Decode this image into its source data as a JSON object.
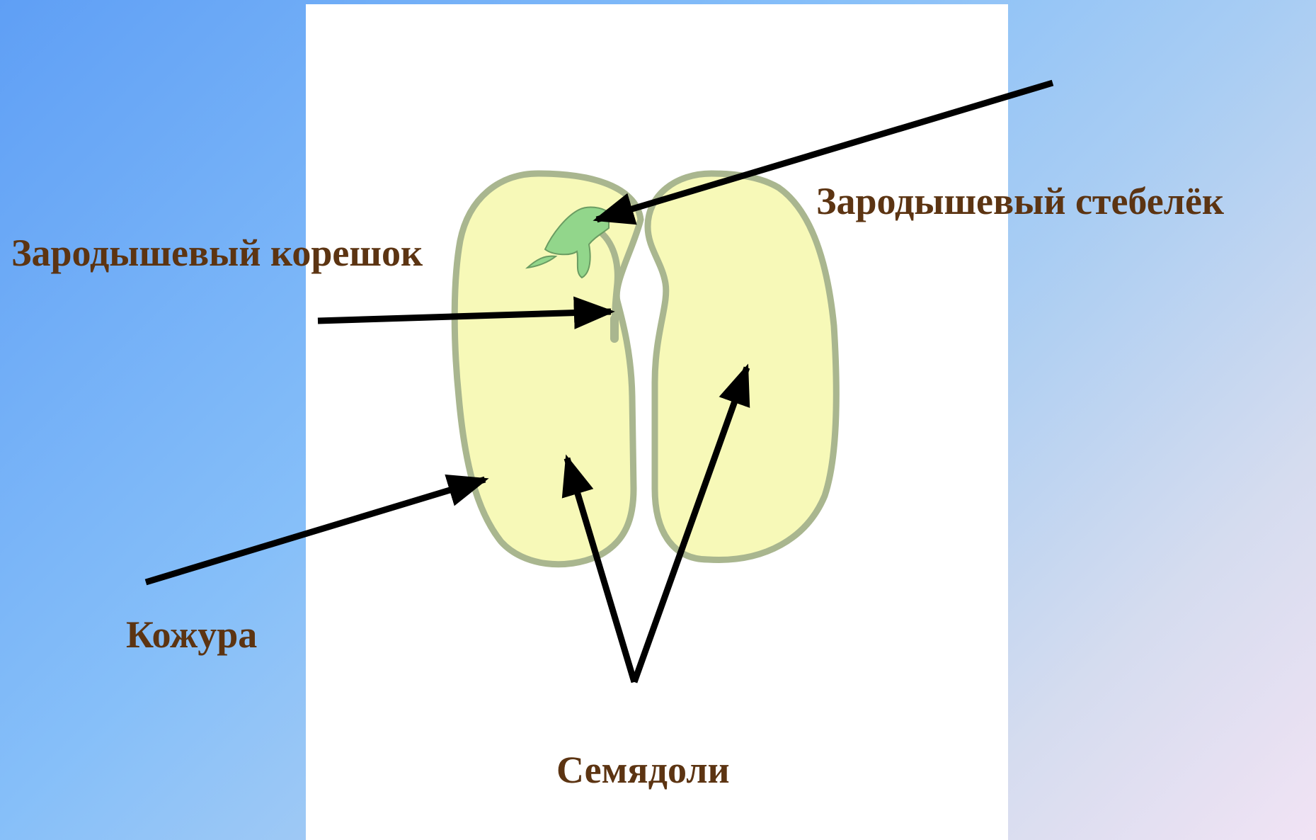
{
  "colors": {
    "label": "#5c3412",
    "panel": "#ffffff",
    "seed_fill": "#f7f9b8",
    "seed_outline": "#a9b68f",
    "sprout": "#92d68b",
    "arrow": "#000000"
  },
  "labels": {
    "stem": "Зародышевый стебелёк",
    "root": "Зародышевый корешок",
    "coat": "Кожура",
    "cotyledons": "Семядоли"
  }
}
